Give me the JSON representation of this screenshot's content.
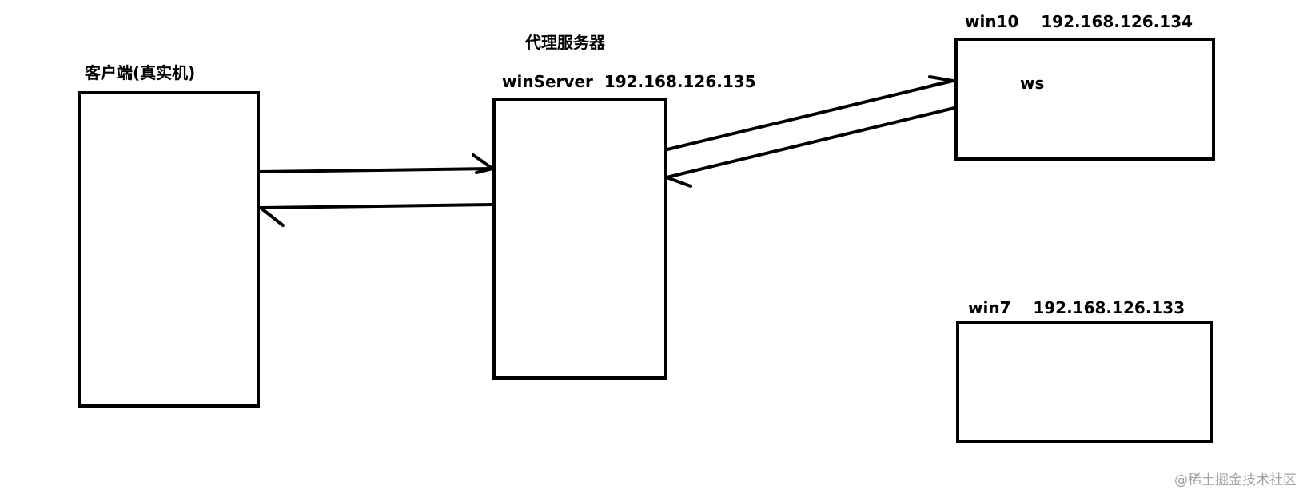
{
  "nodes": {
    "client": {
      "label": "客户端(真实机)"
    },
    "proxy": {
      "title": "代理服务器",
      "label": "winServer  192.168.126.135"
    },
    "win10": {
      "label": "win10    192.168.126.134",
      "inner_text": "ws"
    },
    "win7": {
      "label": "win7    192.168.126.133"
    }
  },
  "edges": [
    {
      "from": "client",
      "to": "proxy"
    },
    {
      "from": "proxy",
      "to": "client"
    },
    {
      "from": "proxy",
      "to": "win10"
    },
    {
      "from": "win10",
      "to": "proxy"
    }
  ],
  "watermark": "@稀土掘金技术社区",
  "colors": {
    "stroke": "#000000",
    "background": "#ffffff",
    "watermark": "#a3a3a3"
  }
}
